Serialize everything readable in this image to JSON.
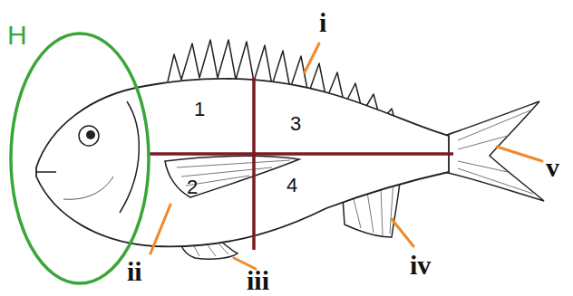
{
  "diagram": {
    "labels": [
      "H",
      "i",
      "1",
      "3",
      "2",
      "4",
      "v",
      "ii",
      "iii",
      "iv"
    ]
  }
}
